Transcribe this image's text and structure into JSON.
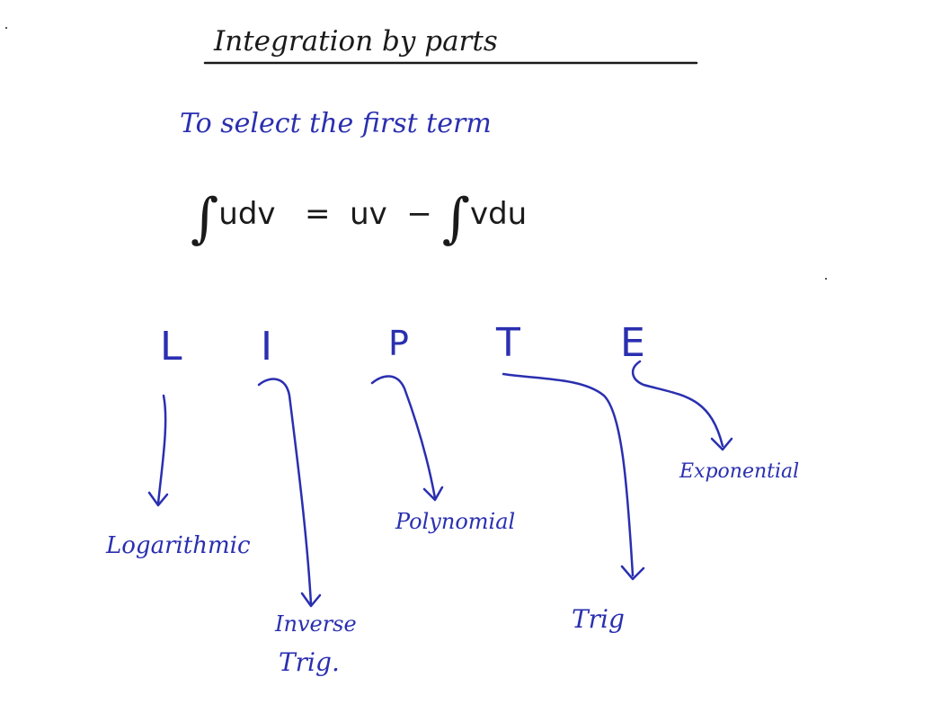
{
  "colors": {
    "ink": "#2a2fb0",
    "dark": "#1a1a1a"
  },
  "title": "Integration by parts",
  "subtitle": "To select the first term",
  "formula": {
    "integral_symbol": "∫",
    "lhs": "udv",
    "equals": "=",
    "uv": "uv",
    "minus": "−",
    "rhs": "vdu"
  },
  "letters": {
    "L": "L",
    "I": "I",
    "P": "P",
    "T": "T",
    "E": "E"
  },
  "labels": {
    "logarithmic": "Logarithmic",
    "inverse_line1": "Inverse",
    "inverse_line2": "Trig.",
    "polynomial": "Polynomial",
    "trig": "Trig",
    "exponential": "Exponential"
  }
}
